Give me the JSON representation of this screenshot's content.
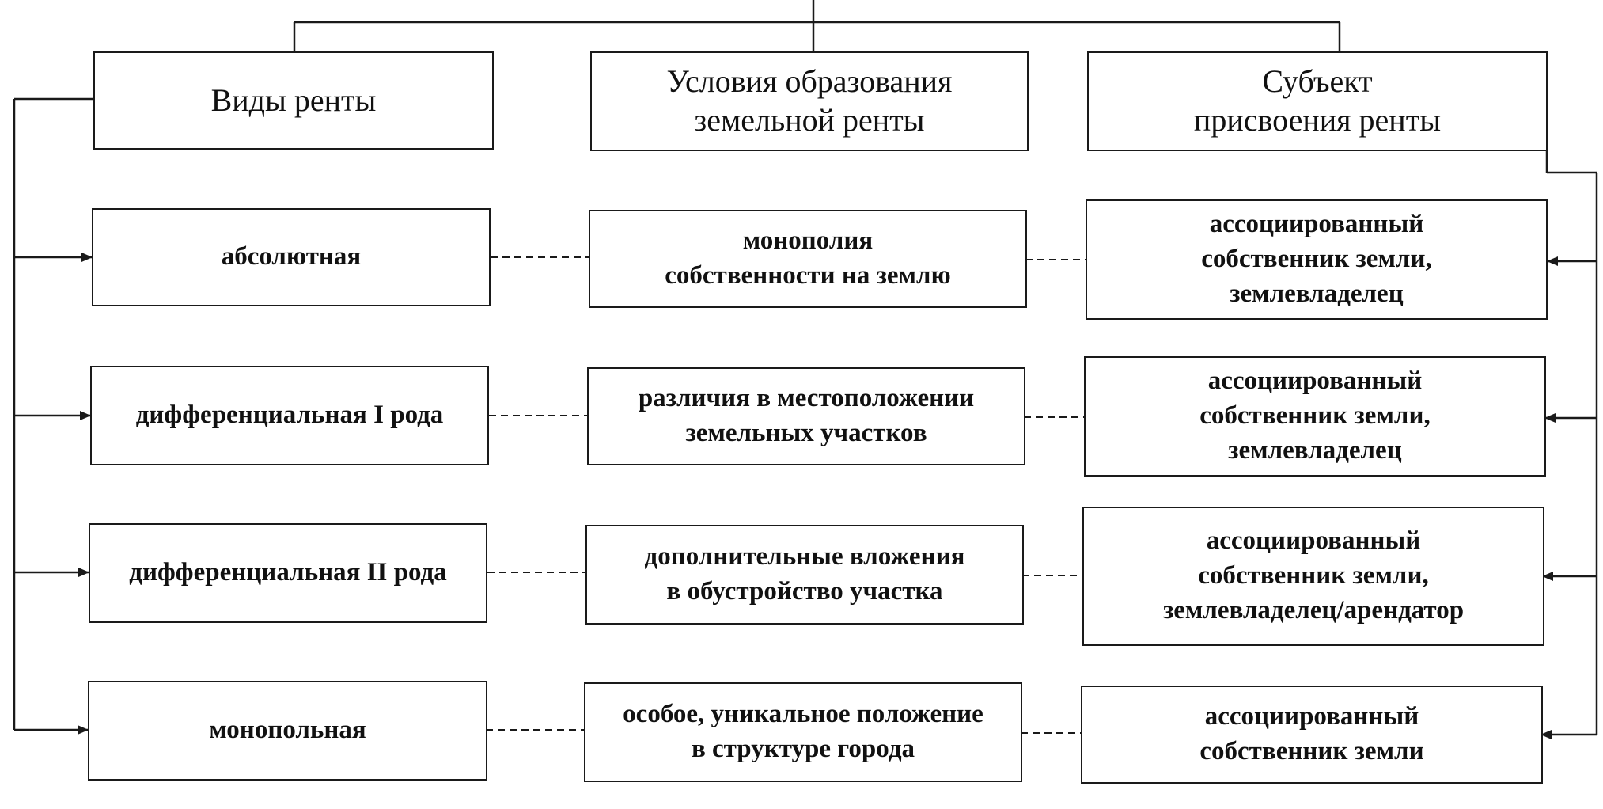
{
  "headers": {
    "types": "Виды ренты",
    "conditions": "Условия образования\nземельной ренты",
    "subject": "Субъект\nприсвоения ренты"
  },
  "rows": [
    {
      "type": "абсолютная",
      "condition": "монополия\nсобственности на землю",
      "subject": "ассоциированный\nсобственник земли,\nземлевладелец"
    },
    {
      "type": "дифференциальная I рода",
      "condition": "различия в местоположении\nземельных участков",
      "subject": "ассоциированный\nсобственник земли,\nземлевладелец"
    },
    {
      "type": "дифференциальная II рода",
      "condition": "дополнительные вложения\nв обустройство участка",
      "subject": "ассоциированный\nсобственник земли,\nземлевладелец/арендатор"
    },
    {
      "type": "монопольная",
      "condition": "особое, уникальное положение\nв структуре города",
      "subject": "ассоциированный\nсобственник земли"
    }
  ]
}
